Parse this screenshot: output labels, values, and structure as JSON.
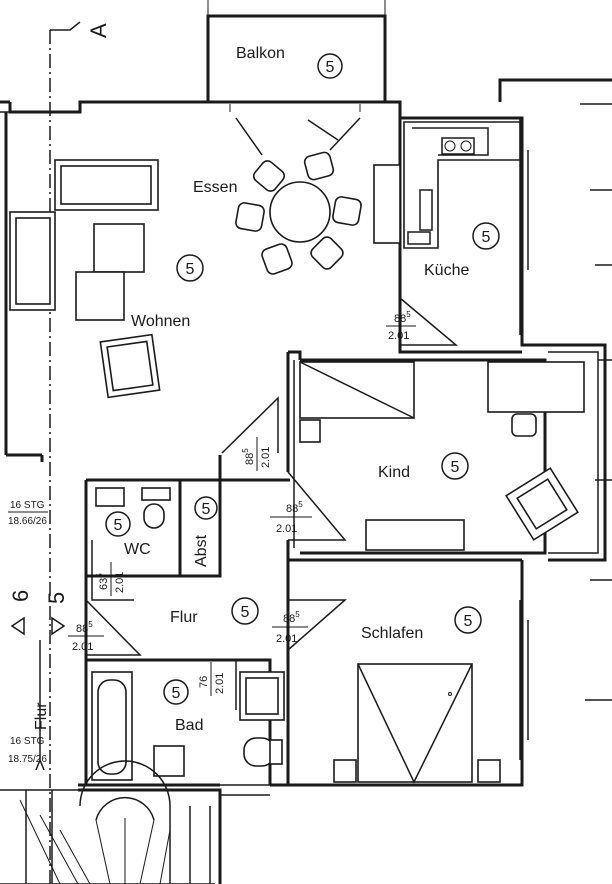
{
  "rooms": {
    "balkon": "Balkon",
    "essen": "Essen",
    "wohnen": "Wohnen",
    "kueche": "Küche",
    "kind": "Kind",
    "wc": "WC",
    "abst": "Abst",
    "flur": "Flur",
    "schlafen": "Schlafen",
    "bad": "Bad",
    "stair_flur": "Flur"
  },
  "room_marker": "5",
  "section_marks": {
    "a": "A",
    "six": "6",
    "five": "5"
  },
  "stairs": {
    "upper_steps": "16 STG",
    "upper_ratio": "18.66/26",
    "lower_steps": "16 STG",
    "lower_ratio": "18.75/26"
  },
  "doors": {
    "kueche": {
      "width": "88",
      "sup": "5",
      "height": "2.01"
    },
    "wohnen": {
      "width": "88",
      "sup": "5",
      "height": "2.01"
    },
    "kind": {
      "width": "88",
      "sup": "5",
      "height": "2.01"
    },
    "wc": {
      "width": "63",
      "sup": "5",
      "height": "2.01"
    },
    "flur_left": {
      "width": "88",
      "sup": "5",
      "height": "2.01"
    },
    "schlafen": {
      "width": "88",
      "sup": "5",
      "height": "2.01"
    },
    "bad": {
      "width": "76",
      "sup": "",
      "height": "2.01"
    }
  },
  "colors": {
    "ink": "#1a1a1a",
    "paper": "#ffffff"
  }
}
